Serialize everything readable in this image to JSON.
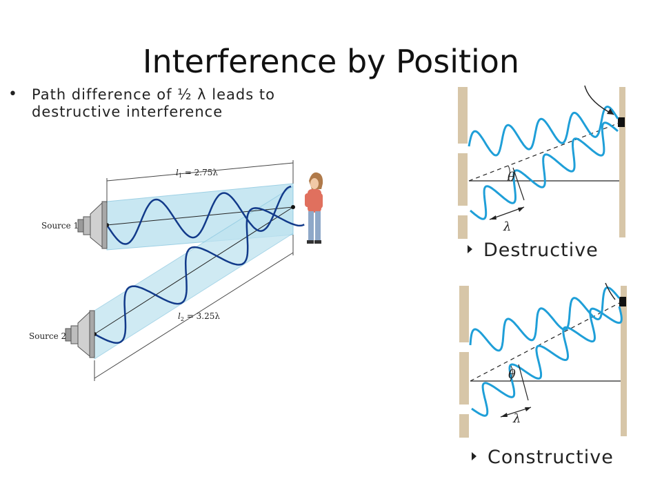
{
  "slide": {
    "title": "Interference by Position",
    "bullet": "Path difference of ½ λ leads to destructive interference"
  },
  "left_diagram": {
    "source1_label": "Source 1",
    "source2_label": "Source 2",
    "l1_sym": "l",
    "l1_sub": "1",
    "l1_value": " = 2.75λ",
    "l2_sym": "l",
    "l2_sub": "2",
    "l2_value": " = 3.25λ"
  },
  "right_top": {
    "theta": "θ",
    "lambda": "λ",
    "caption": "Destructive"
  },
  "right_bottom": {
    "theta": "θ",
    "lambda": "λ",
    "caption": "Constructive"
  },
  "colors": {
    "wave": "#1f9fd8",
    "beam": "#bfe3f0",
    "wall": "#d7c6a8",
    "dark_wave": "#123a8a"
  }
}
